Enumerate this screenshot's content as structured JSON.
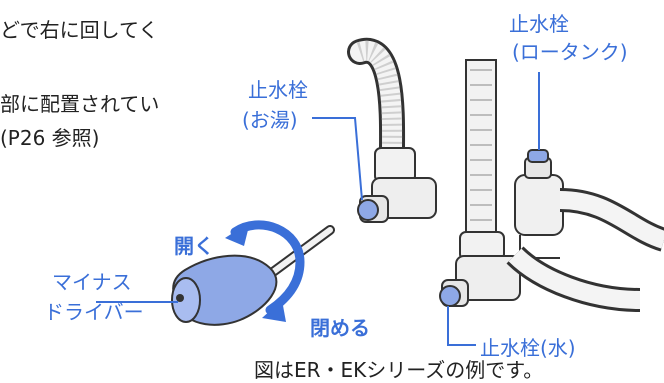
{
  "instruction": {
    "line1": "どで右に回してく",
    "line2": "部に配置されてい",
    "line3": "(P26 参照)"
  },
  "labels": {
    "valve_hot_title": "止水栓",
    "valve_hot_sub": "(お湯)",
    "valve_tank_title": "止水栓",
    "valve_tank_sub": "(ロータンク)",
    "valve_water": "止水栓(水)",
    "screwdriver_line1": "マイナス",
    "screwdriver_line2": "ドライバー"
  },
  "actions": {
    "open": "開く",
    "close": "閉める"
  },
  "caption": "図はER・EKシリーズの例です。",
  "colors": {
    "accent": "#3a6fd8",
    "text": "#222222",
    "knob": "#8ea8e6"
  }
}
